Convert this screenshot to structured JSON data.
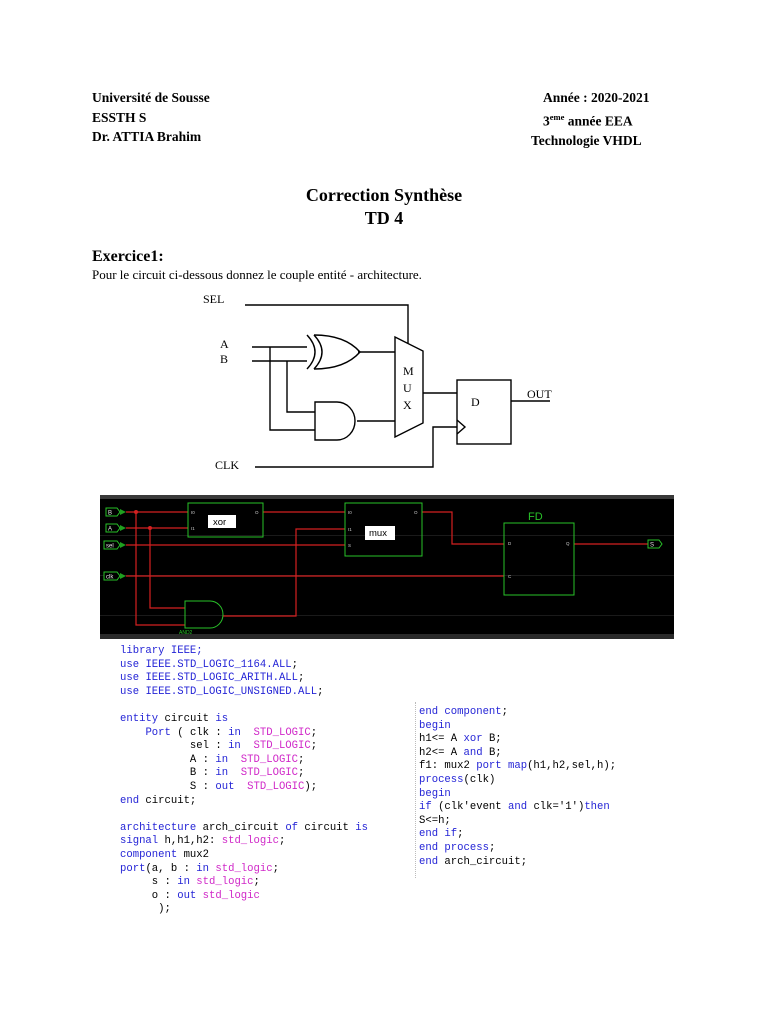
{
  "header": {
    "left": [
      "Université de Sousse",
      "ESSTH S",
      "Dr. ATTIA Brahim"
    ],
    "annee": "Année : 2020-2021",
    "year_num": "3",
    "year_sup": "eme",
    "year_rest": " année EEA",
    "course": "Technologie VHDL"
  },
  "title": {
    "line1": "Correction Synthèse",
    "line2": "TD 4"
  },
  "exercise": {
    "title": "Exercice1:",
    "text": "Pour le circuit ci-dessous donnez le couple entité - architecture."
  },
  "schematic": {
    "sel": "SEL",
    "a": "A",
    "b": "B",
    "clk": "CLK",
    "mux_letters": [
      "M",
      "U",
      "X"
    ],
    "d": "D",
    "out": "OUT"
  },
  "rtl": {
    "ports": [
      "B",
      "A",
      "sel",
      "clk",
      "S"
    ],
    "xor": "xor",
    "mux": "mux",
    "fd": "FD",
    "and": "AND2",
    "pin_d": "D",
    "pin_q": "Q",
    "pin_c": "C",
    "pin_i0": "I0",
    "pin_i1": "I1",
    "pin_o": "O",
    "pin_s": "S"
  },
  "code_left": [
    [
      [
        "k",
        "library IEEE;"
      ]
    ],
    [
      [
        "k",
        "use "
      ],
      [
        "k",
        "IEEE.STD_LOGIC_1164.ALL"
      ],
      [
        "",
        "; "
      ]
    ],
    [
      [
        "k",
        "use "
      ],
      [
        "k",
        "IEEE.STD_LOGIC_ARITH.ALL"
      ],
      [
        "",
        ";"
      ]
    ],
    [
      [
        "k",
        "use "
      ],
      [
        "k",
        "IEEE.STD_LOGIC_UNSIGNED.ALL"
      ],
      [
        "",
        ";"
      ]
    ],
    [],
    [
      [
        "k",
        "entity"
      ],
      [
        "",
        " circuit "
      ],
      [
        "k",
        "is"
      ]
    ],
    [
      [
        "",
        "    "
      ],
      [
        "k",
        "Port"
      ],
      [
        "",
        " ( clk : "
      ],
      [
        "k",
        "in"
      ],
      [
        "",
        "  "
      ],
      [
        "t",
        "STD_LOGIC"
      ],
      [
        "",
        ";"
      ]
    ],
    [
      [
        "",
        "           sel : "
      ],
      [
        "k",
        "in"
      ],
      [
        "",
        "  "
      ],
      [
        "t",
        "STD_LOGIC"
      ],
      [
        "",
        ";"
      ]
    ],
    [
      [
        "",
        "           A : "
      ],
      [
        "k",
        "in"
      ],
      [
        "",
        "  "
      ],
      [
        "t",
        "STD_LOGIC"
      ],
      [
        "",
        ";"
      ]
    ],
    [
      [
        "",
        "           B : "
      ],
      [
        "k",
        "in"
      ],
      [
        "",
        "  "
      ],
      [
        "t",
        "STD_LOGIC"
      ],
      [
        "",
        ";"
      ]
    ],
    [
      [
        "",
        "           S : "
      ],
      [
        "k",
        "out"
      ],
      [
        "",
        "  "
      ],
      [
        "t",
        "STD_LOGIC"
      ],
      [
        "",
        ");"
      ]
    ],
    [
      [
        "k",
        "end"
      ],
      [
        "",
        " circuit;"
      ]
    ],
    [],
    [
      [
        "k",
        "architecture"
      ],
      [
        "",
        " arch_circuit "
      ],
      [
        "k",
        "of"
      ],
      [
        "",
        " circuit "
      ],
      [
        "k",
        "is"
      ]
    ],
    [
      [
        "k",
        "signal"
      ],
      [
        "",
        " h,h1,h2: "
      ],
      [
        "t",
        "std_logic"
      ],
      [
        "",
        ";"
      ]
    ],
    [
      [
        "k",
        "component"
      ],
      [
        "",
        " mux2"
      ]
    ],
    [
      [
        "k",
        "port"
      ],
      [
        "",
        "(a, b : "
      ],
      [
        "k",
        "in"
      ],
      [
        "",
        ""
      ],
      [
        "t",
        " std_logic"
      ],
      [
        "",
        ";"
      ]
    ],
    [
      [
        "",
        "     s : "
      ],
      [
        "k",
        "in"
      ],
      [
        "t",
        " std_logic"
      ],
      [
        "",
        ";"
      ]
    ],
    [
      [
        "",
        "     o : "
      ],
      [
        "k",
        "out"
      ],
      [
        "t",
        " std_logic"
      ]
    ],
    [
      [
        "",
        "      );"
      ]
    ]
  ],
  "code_right": [
    [
      [
        "k",
        "end component"
      ],
      [
        "",
        ";"
      ]
    ],
    [
      [
        "k",
        "begin"
      ]
    ],
    [
      [
        "",
        "h1<= A "
      ],
      [
        "k",
        "xor"
      ],
      [
        "",
        " B;"
      ]
    ],
    [
      [
        "",
        "h2<= A "
      ],
      [
        "k",
        "and"
      ],
      [
        "",
        " B;"
      ]
    ],
    [
      [
        "",
        "f1: mux2 "
      ],
      [
        "k",
        "port map"
      ],
      [
        "",
        "(h1,h2,sel,h);"
      ]
    ],
    [
      [
        "k",
        "process"
      ],
      [
        "",
        "(clk)"
      ]
    ],
    [
      [
        "k",
        "begin"
      ]
    ],
    [
      [
        "k",
        "if"
      ],
      [
        "",
        " (clk'event "
      ],
      [
        "k",
        "and"
      ],
      [
        "",
        " clk='1')"
      ],
      [
        "k",
        "then"
      ]
    ],
    [
      [
        "",
        "S<=h;"
      ]
    ],
    [
      [
        "k",
        "end if"
      ],
      [
        "",
        ";"
      ]
    ],
    [
      [
        "k",
        "end process"
      ],
      [
        "",
        ";"
      ]
    ],
    [
      [
        "k",
        "end"
      ],
      [
        "",
        " arch_circuit;"
      ]
    ]
  ]
}
